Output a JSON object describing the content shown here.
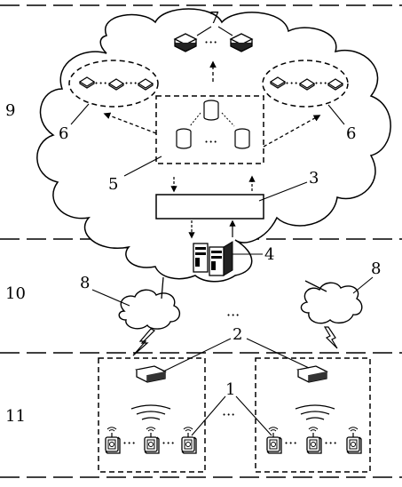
{
  "layer_labels": {
    "cloud_layer": "9",
    "network_layer": "10",
    "device_layer": "11"
  },
  "reference_numbers": {
    "sensor_nodes": "1",
    "gateways": "2",
    "interface_module": "3",
    "servers": "4",
    "database_cluster": "5",
    "left_cluster": "6",
    "right_cluster": "6",
    "terminals": "7",
    "left_network": "8",
    "right_network": "8"
  },
  "ellipsis": "···"
}
